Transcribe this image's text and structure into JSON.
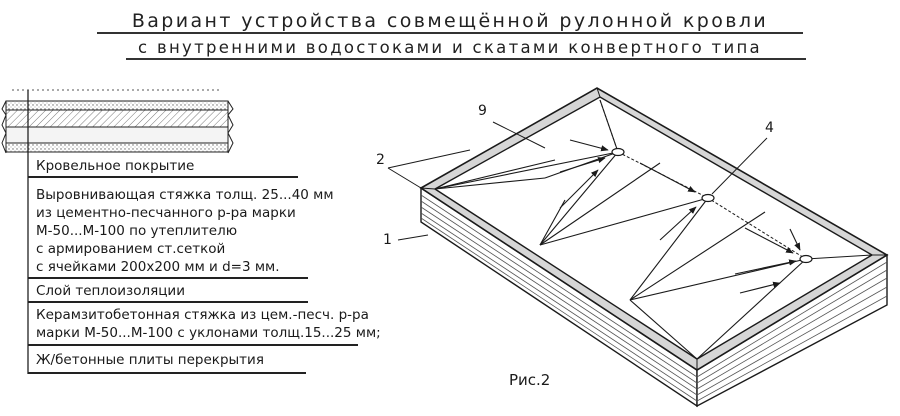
{
  "header": {
    "title": "Вариант устройства совмещённой рулонной кровли",
    "subtitle": "с внутренними водостоками и скатами конвертного типа"
  },
  "layers": [
    {
      "lines": [
        "Кровельное покрытие"
      ]
    },
    {
      "lines": [
        "Выровнивающая стяжка толщ. 25...40 мм",
        "из цементно-песчанного р-ра марки",
        "М-50...М-100 по утеплителю",
        "с армированием ст.сеткой",
        "с ячейками 200х200 мм и d=3 мм."
      ]
    },
    {
      "lines": [
        "Слой теплоизоляции"
      ]
    },
    {
      "lines": [
        "Керамзитобетонная стяжка из цем.-песч. р-ра",
        "марки М-50...М-100 с уклонами толщ.15...25 мм;"
      ]
    },
    {
      "lines": [
        "Ж/бетонные плиты перекрытия"
      ]
    }
  ],
  "callouts": {
    "label_1": "1",
    "label_2": "2",
    "label_4": "4",
    "label_9": "9"
  },
  "figure_label": "Рис.2",
  "colors": {
    "ink": "#1a1a1a",
    "background": "#ffffff",
    "hatch": "#555555"
  }
}
